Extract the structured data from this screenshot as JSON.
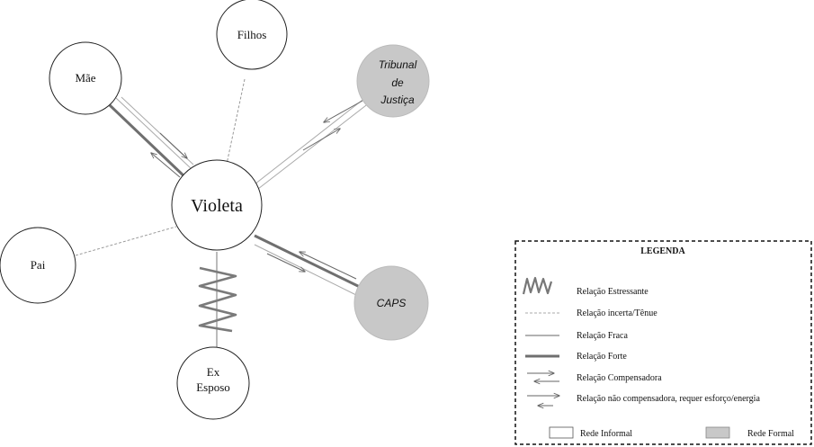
{
  "nodes": {
    "violeta": {
      "label": "Violeta",
      "network": "informal"
    },
    "filhos": {
      "label": "Filhos",
      "network": "informal"
    },
    "mae": {
      "label": "Mãe",
      "network": "informal"
    },
    "pai": {
      "label": "Pai",
      "network": "informal"
    },
    "ex_esposo": {
      "line1": "Ex",
      "line2": "Esposo",
      "network": "informal"
    },
    "tribunal": {
      "line1": "Tribunal",
      "line2": "de",
      "line3": "Justiça",
      "network": "formal"
    },
    "caps": {
      "label": "CAPS",
      "network": "formal"
    }
  },
  "relations": [
    {
      "from": "Violeta",
      "to": "Filhos",
      "type": "Relação incerta/Tênue"
    },
    {
      "from": "Violeta",
      "to": "Pai",
      "type": "Relação incerta/Tênue"
    },
    {
      "from": "Violeta",
      "to": "Mãe",
      "type": "Relação Forte"
    },
    {
      "from": "Violeta",
      "to": "Mãe",
      "type": "Relação Compensadora"
    },
    {
      "from": "Violeta",
      "to": "Tribunal de Justiça",
      "type": "Relação Compensadora"
    },
    {
      "from": "Violeta",
      "to": "CAPS",
      "type": "Relação Forte"
    },
    {
      "from": "Violeta",
      "to": "CAPS",
      "type": "Relação Compensadora"
    },
    {
      "from": "Violeta",
      "to": "Ex Esposo",
      "type": "Relação Estressante"
    },
    {
      "from": "Violeta",
      "to": "Ex Esposo",
      "type": "Relação Fraca"
    }
  ],
  "legend": {
    "title": "LEGENDA",
    "items": [
      {
        "symbol": "zigzag",
        "label": "Relação Estressante"
      },
      {
        "symbol": "dashed",
        "label": "Relação incerta/Tênue"
      },
      {
        "symbol": "thin",
        "label": "Relação Fraca"
      },
      {
        "symbol": "thick",
        "label": "Relação Forte"
      },
      {
        "symbol": "arrows-opposite",
        "label": "Relação Compensadora"
      },
      {
        "symbol": "arrows-one-way",
        "label": "Relação não compensadora, requer esforço/energia"
      }
    ],
    "networks": [
      {
        "label": "Rede Informal",
        "color": "#ffffff"
      },
      {
        "label": "Rede Formal",
        "color": "#c8c8c8"
      }
    ]
  },
  "colors": {
    "formal_fill": "#c8c8c8",
    "informal_fill": "#ffffff",
    "line": "#777777",
    "thick_line": "#6f6f6f"
  }
}
